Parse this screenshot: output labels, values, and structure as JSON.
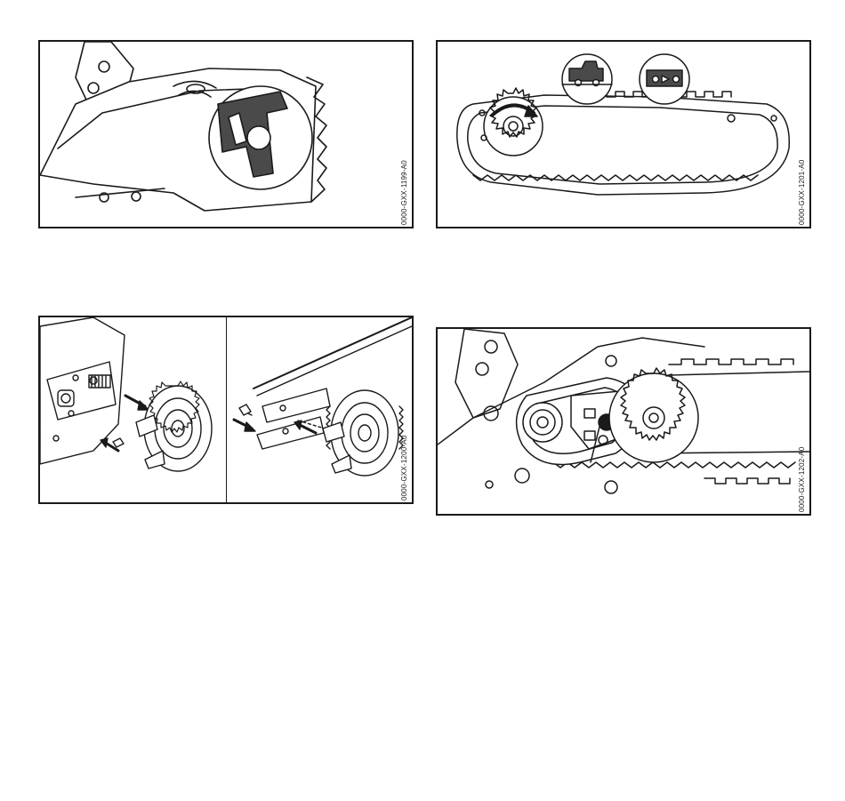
{
  "page": {
    "background": "#ffffff",
    "line_color": "#1a1a1a",
    "fill_dark": "#4a4a4a"
  },
  "figures": [
    {
      "code": "0000-GXX-1199-A0"
    },
    {
      "code": "0000-GXX-1201-A0"
    },
    {
      "code": "0000-GXX-1200-A0"
    },
    {
      "code": "0000-GXX-1202-A0"
    }
  ]
}
